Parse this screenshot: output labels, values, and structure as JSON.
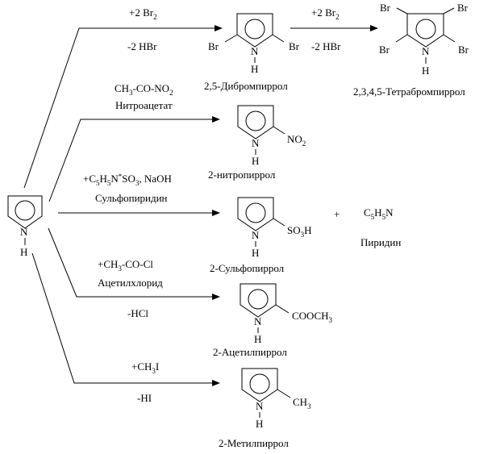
{
  "start": {
    "n": "N",
    "h": "H"
  },
  "r1": {
    "reagent": "+2 Br",
    "reagent_sub": "2",
    "byproduct": "-2 HBr",
    "sub_left": "Br",
    "sub_right": "Br",
    "n": "N",
    "h": "H",
    "name": "2,5-Дибромпиррол"
  },
  "r1b": {
    "reagent": "+2 Br",
    "reagent_sub": "2",
    "byproduct": "-2 HBr",
    "br_tl": "Br",
    "br_tr": "Br",
    "br_bl": "Br",
    "br_br": "Br",
    "n": "N",
    "h": "H",
    "name": "2,3,4,5-Тетрабромпиррол"
  },
  "r2": {
    "reagent": "CH",
    "reagent_sub1": "3",
    "reagent_mid": "-CO-NO",
    "reagent_sub2": "2",
    "reagent_name": "Нитроацетат",
    "sub": "NO",
    "sub_sub": "2",
    "n": "N",
    "h": "H",
    "name": "2-нитропиррол"
  },
  "r3": {
    "reagent_a": "+C",
    "reagent_s1": "5",
    "reagent_b": "H",
    "reagent_s2": "5",
    "reagent_c": "N",
    "reagent_sup": "*",
    "reagent_d": "SO",
    "reagent_s3": "3",
    "reagent_e": ", NaOH",
    "reagent_name": "Сульфопиридин",
    "sub": "SO",
    "sub_sub": "3",
    "sub_end": "H",
    "n": "N",
    "h": "H",
    "name": "2-Сульфопиррол",
    "plus": "+",
    "co_a": "C",
    "co_s1": "5",
    "co_b": "H",
    "co_s2": "5",
    "co_c": "N",
    "co_name": "Пиридин"
  },
  "r4": {
    "reagent": "+CH",
    "reagent_sub": "3",
    "reagent_end": "-CO-Cl",
    "reagent_name": "Ацетилхлорид",
    "byproduct": "-HCl",
    "sub": "COOCH",
    "sub_sub": "3",
    "n": "N",
    "h": "H",
    "name": "2-Ацетилпиррол"
  },
  "r5": {
    "reagent": "+CH",
    "reagent_sub": "3",
    "reagent_end": "I",
    "byproduct": "-HI",
    "sub": "CH",
    "sub_sub": "3",
    "n": "N",
    "h": "H",
    "name": "2-Метилпиррол"
  }
}
